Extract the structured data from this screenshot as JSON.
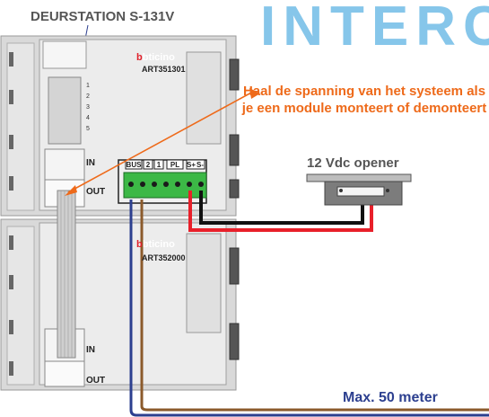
{
  "title": "DEURSTATION S-131V",
  "brand_text": "INTERC",
  "modules": [
    {
      "art": "ART351301",
      "logo": "bticino",
      "in_label": "IN",
      "out_label": "OUT"
    },
    {
      "art": "ART352000",
      "logo": "bticino",
      "in_label": "IN",
      "out_label": "OUT"
    }
  ],
  "terminal_labels": [
    "BUS",
    "2",
    "1",
    "PL",
    "S+",
    "S-"
  ],
  "dip_numbers": [
    "1",
    "2",
    "3",
    "4",
    "5"
  ],
  "warning_text": "Haal de spanning van het systeem als je een module monteert of demonteert",
  "opener_label": "12 Vdc opener",
  "max_length_label": "Max. 50 meter",
  "colors": {
    "brand": "#86c6ea",
    "warning": "#ee6a1a",
    "cable_blue": "#2c3f8f",
    "cable_brown": "#8b5a2b",
    "wire_red": "#e8202a",
    "wire_black": "#111111",
    "terminal_green": "#3cb846"
  }
}
